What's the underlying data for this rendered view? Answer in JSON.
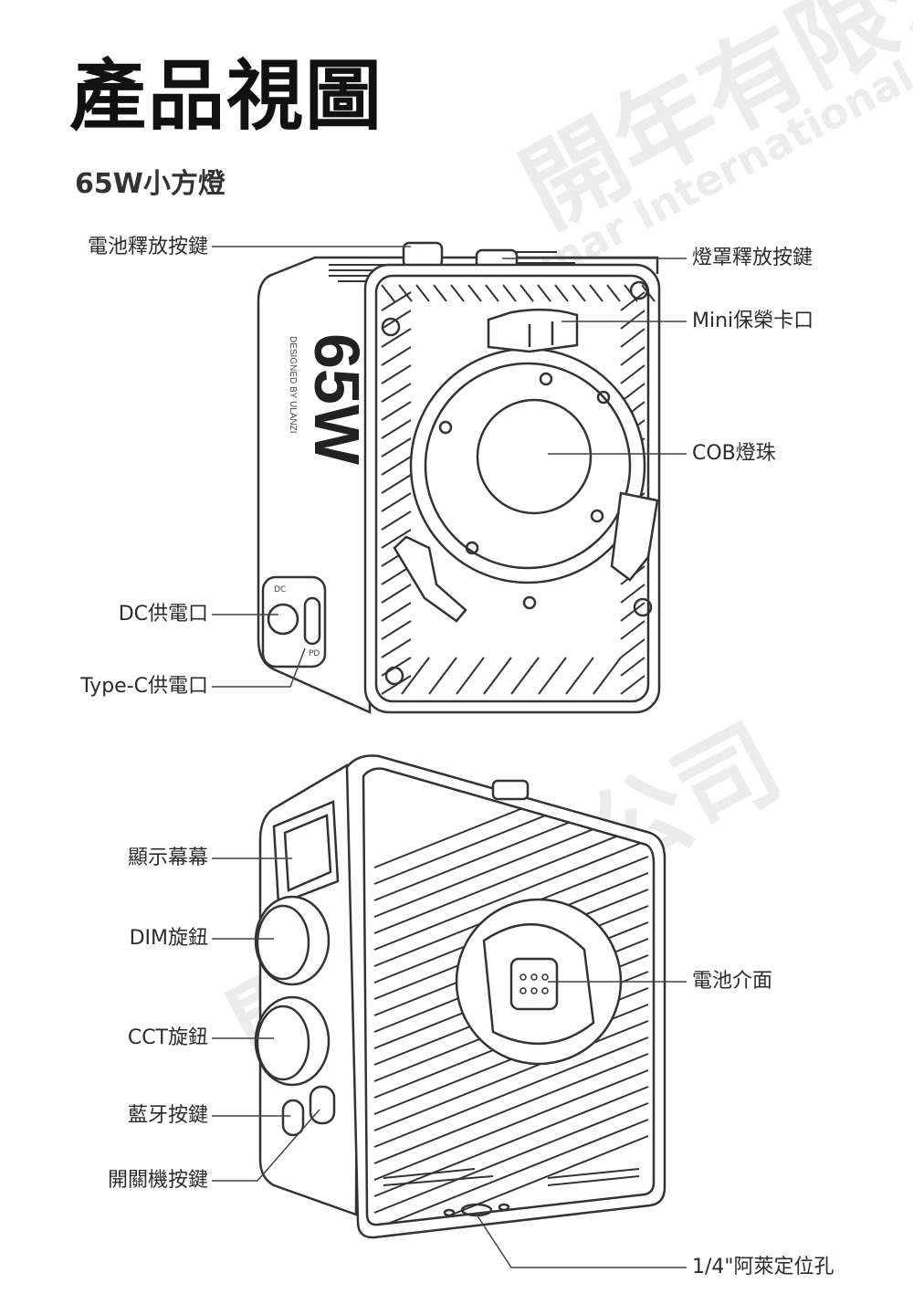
{
  "page": {
    "title": "產品視圖",
    "subtitle": "65W小方燈"
  },
  "device_top": {
    "badge_text": "65W",
    "side_text": "DESIGNED BY ULANZI",
    "port_dc_text": "DC",
    "port_pd_text": "PD"
  },
  "callouts_view1": {
    "battery_release": "電池釋放按鍵",
    "shade_release": "燈罩釋放按鍵",
    "mini_mount": "Mini保榮卡口",
    "cob": "COB燈珠",
    "dc_power": "DC供電口",
    "typec_power": "Type-C供電口"
  },
  "callouts_view2": {
    "display": "顯示幕幕",
    "dim_knob": "DIM旋鈕",
    "cct_knob": "CCT旋鈕",
    "bluetooth": "藍牙按鍵",
    "power": "開關機按鍵",
    "battery_interface": "電池介面",
    "tripod_hole": "1/4\"阿萊定位孔"
  },
  "watermark": {
    "cn_text": "開年有限公司",
    "en_text": "Lunar International Co., Ltd."
  },
  "colors": {
    "stroke": "#333333",
    "line": "#444444",
    "body_fill": "#ffffff"
  }
}
